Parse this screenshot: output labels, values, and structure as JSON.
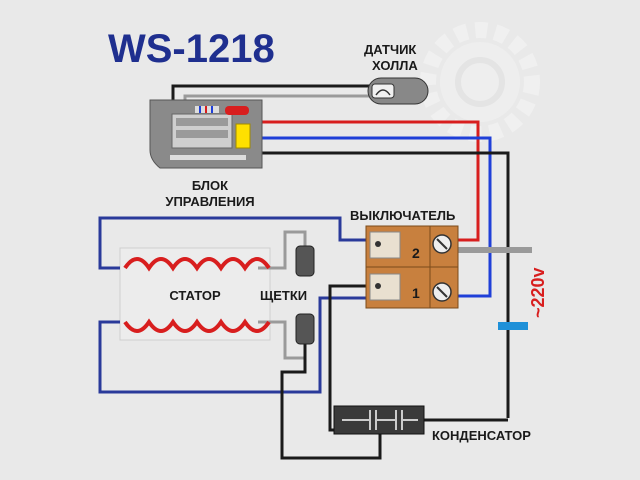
{
  "title": "WS-1218",
  "labels": {
    "hall_sensor_line1": "ДАТЧИК",
    "hall_sensor_line2": "ХОЛЛА",
    "control_unit_line1": "БЛОК",
    "control_unit_line2": "УПРАВЛЕНИЯ",
    "switch": "ВЫКЛЮЧАТЕЛЬ",
    "stator": "СТАТОР",
    "brushes": "ЩЕТКИ",
    "capacitor": "КОНДЕНСАТОР",
    "voltage": "~220v",
    "terminal_2": "2",
    "terminal_1": "1"
  },
  "colors": {
    "background": "#e9e9e9",
    "title": "#1f2f8f",
    "wire_red": "#d81e1e",
    "wire_blue": "#1f3fd8",
    "wire_black": "#1a1a1a",
    "wire_gray": "#9a9a9a",
    "coil": "#d81e1e",
    "voltage_text": "#d81e1e",
    "switch_body": "#c8803e",
    "plug_mark": "#1e90d8"
  }
}
